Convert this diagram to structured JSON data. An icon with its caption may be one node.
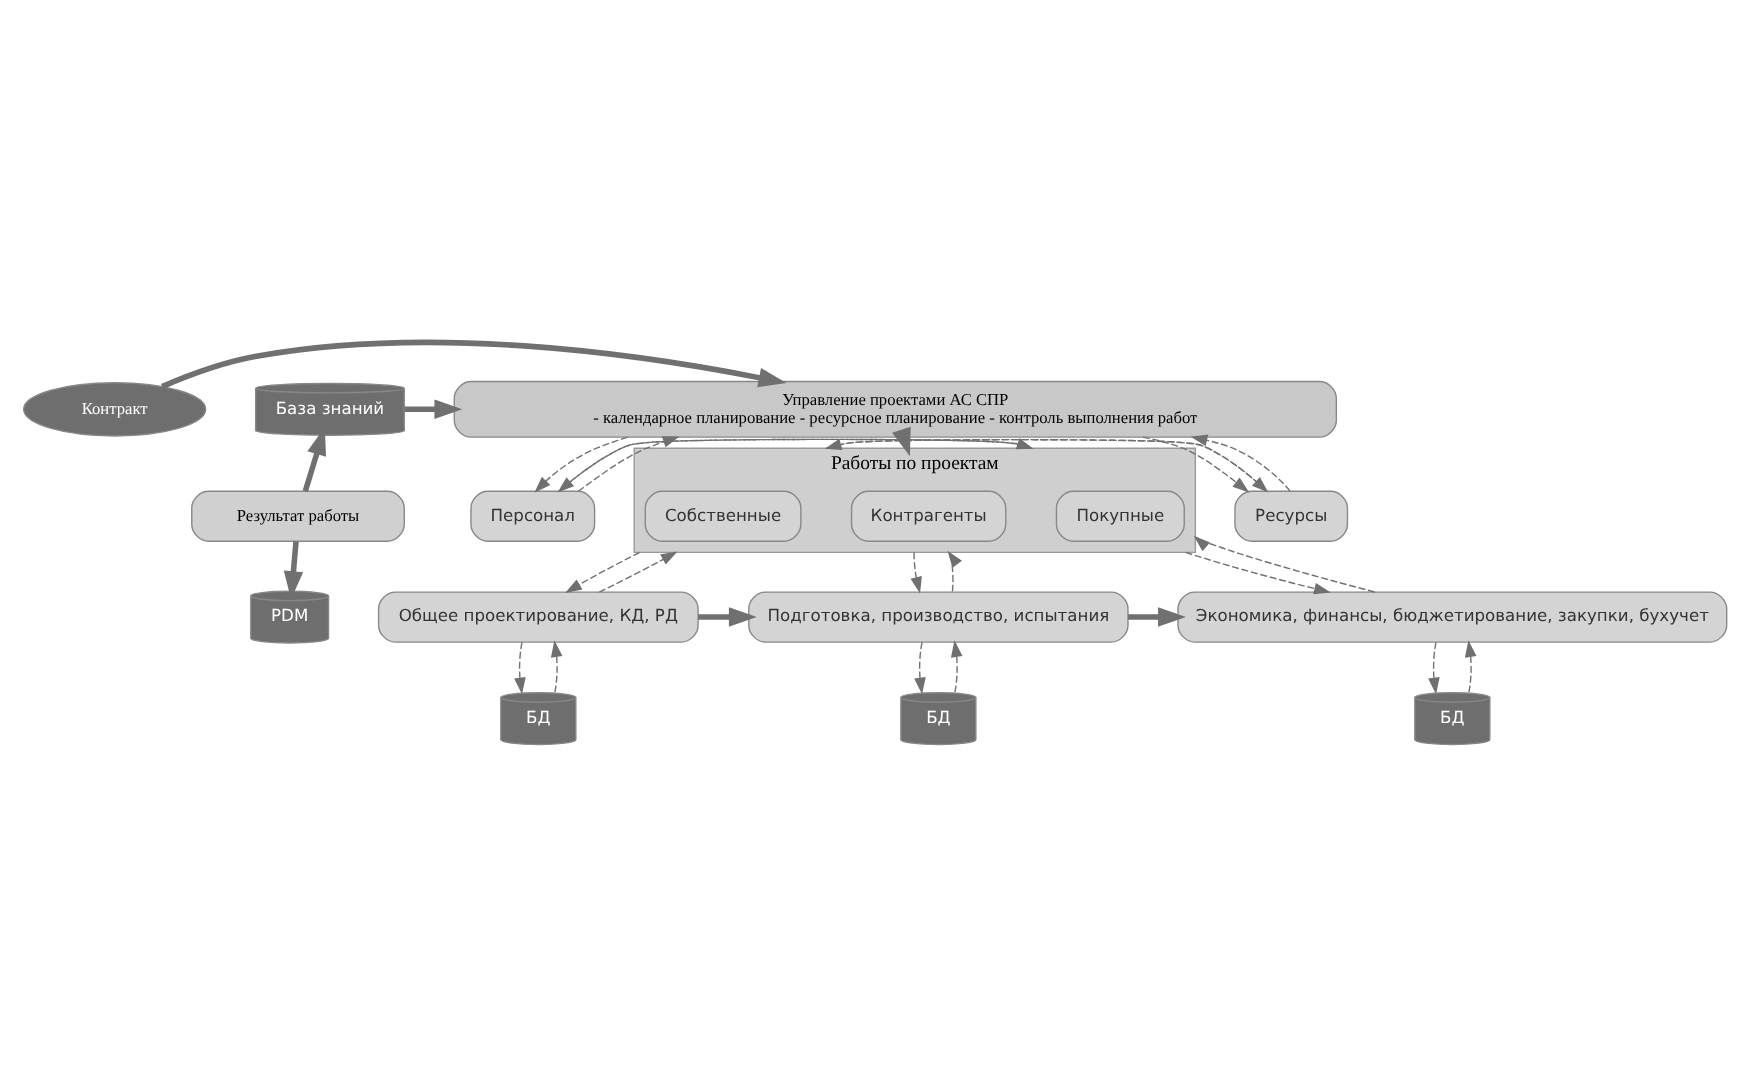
{
  "diagram": {
    "nodes": [
      {
        "text": [
          "Контракт"
        ]
      },
      {
        "text": [
          "Управление проектами АС СПР",
          "- календарное планирование - ресурсное планирование - контроль выполнения работ"
        ]
      },
      {
        "text": [
          "База знаний"
        ]
      },
      {
        "text": [
          "Ресурсы"
        ]
      },
      {
        "text": [
          "Персонал"
        ]
      },
      {
        "text": [
          "Работы по проектам"
        ]
      },
      {
        "text": [
          "Собственные"
        ],
        "in": 5
      },
      {
        "text": [
          "Контрагенты"
        ],
        "in": 5
      },
      {
        "text": [
          "Покупные"
        ],
        "in": 5
      },
      {
        "text": [
          "Результат работы"
        ]
      },
      {
        "text": [
          "Общее проектирование, КД, РД"
        ]
      },
      {
        "text": [
          "Подготовка, производство, испытания"
        ]
      },
      {
        "text": [
          "Экономика, финансы, бюджетирование, закупки, бухучет"
        ]
      },
      {
        "text": [
          "БД"
        ]
      },
      {
        "text": [
          "БД"
        ]
      },
      {
        "text": [
          "БД"
        ]
      },
      {
        "text": [
          "PDM"
        ]
      }
    ],
    "edges": [
      {
        "from": 0,
        "to": 1,
        "arrow": "to",
        "style": "thick"
      },
      {
        "from": 2,
        "to": 1,
        "arrow": "to",
        "style": "thick"
      },
      {
        "from": 3,
        "to": 1,
        "arrow": "to",
        "style": "dashed"
      },
      {
        "from": 1,
        "to": 3,
        "arrow": "to",
        "style": "dashed"
      },
      {
        "from": 4,
        "to": 1,
        "arrow": "to",
        "style": "dashed"
      },
      {
        "from": 1,
        "to": 4,
        "arrow": "to",
        "style": "dashed"
      },
      {
        "from": 1,
        "to": 5,
        "arrow": "to",
        "style": "thick"
      },
      {
        "from": 3,
        "to": 5,
        "arrow": "to",
        "style": "dashed"
      },
      {
        "from": 5,
        "to": 3,
        "arrow": "to",
        "style": "dashed"
      },
      {
        "from": 4,
        "to": 5,
        "arrow": "to",
        "style": "dashed"
      },
      {
        "from": 5,
        "to": 4,
        "arrow": "to",
        "style": "dashed"
      },
      {
        "from": 9,
        "to": 2,
        "arrow": "to",
        "style": "thick"
      },
      {
        "from": 9,
        "to": 16,
        "arrow": "to",
        "style": "thick"
      },
      {
        "from": 5,
        "to": 10,
        "arrow": "to",
        "style": "dashed"
      },
      {
        "from": 10,
        "to": 5,
        "arrow": "to",
        "style": "dashed"
      },
      {
        "from": 5,
        "to": 11,
        "arrow": "to",
        "style": "dashed"
      },
      {
        "from": 11,
        "to": 5,
        "arrow": "to",
        "style": "dashed"
      },
      {
        "from": 5,
        "to": 12,
        "arrow": "to",
        "style": "dashed"
      },
      {
        "from": 12,
        "to": 5,
        "arrow": "to",
        "style": "dashed"
      },
      {
        "from": 10,
        "to": 11,
        "arrow": "to",
        "style": "thick"
      },
      {
        "from": 11,
        "to": 12,
        "arrow": "to",
        "style": "thick"
      },
      {
        "from": 10,
        "to": 13,
        "arrow": "to",
        "style": "dashed"
      },
      {
        "from": 13,
        "to": 10,
        "arrow": "to",
        "style": "dashed"
      },
      {
        "from": 11,
        "to": 14,
        "arrow": "to",
        "style": "dashed"
      },
      {
        "from": 14,
        "to": 11,
        "arrow": "to",
        "style": "dashed"
      },
      {
        "from": 12,
        "to": 15,
        "arrow": "to",
        "style": "dashed"
      },
      {
        "from": 15,
        "to": 12,
        "arrow": "to",
        "style": "dashed"
      }
    ]
  }
}
